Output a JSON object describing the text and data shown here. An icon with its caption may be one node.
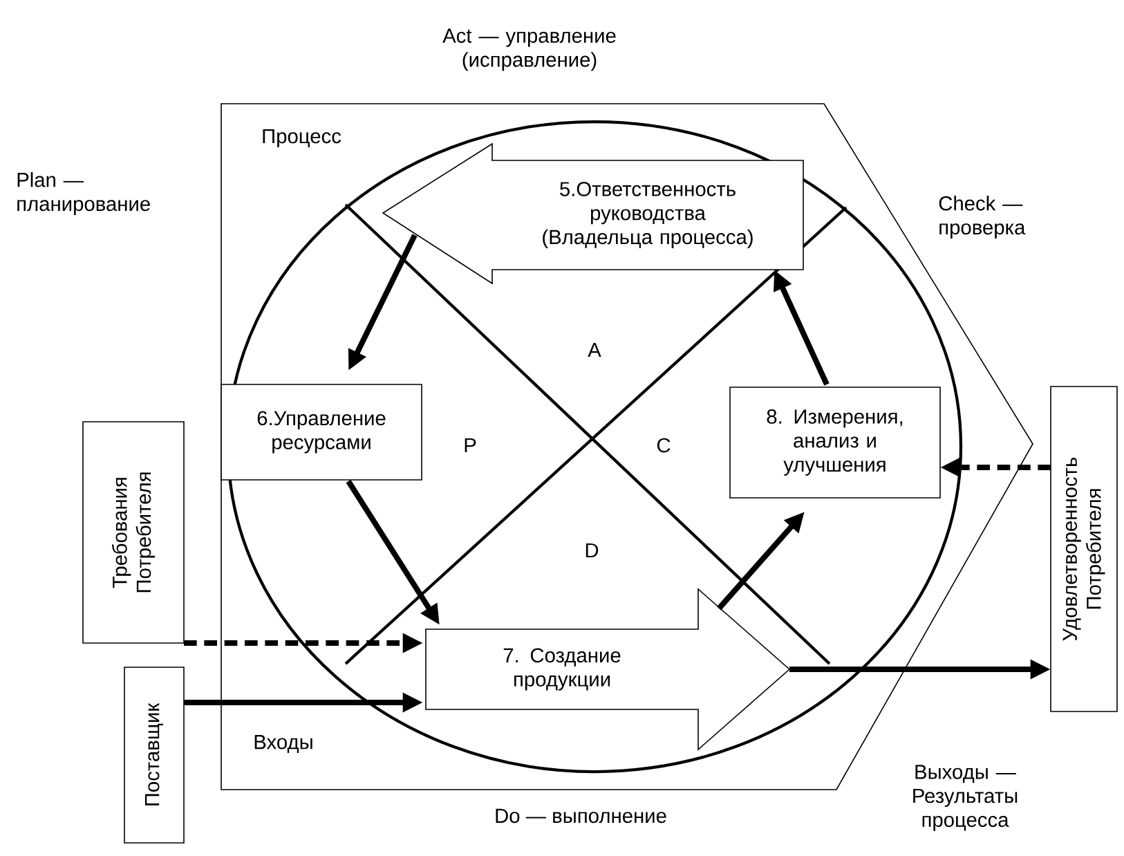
{
  "diagram": {
    "nodes": [
      {
        "text": [
          "Процесс",
          "Входы"
        ]
      },
      {
        "text": [
          "5.Ответственность руководства (Владельца процесса)"
        ],
        "in": 0
      },
      {
        "text": [
          "6.Управление ресурсами"
        ],
        "in": 0
      },
      {
        "text": [
          "7. Создание продукции"
        ],
        "in": 0
      },
      {
        "text": [
          "8. Измерения, анализ и улучшения"
        ],
        "in": 0
      },
      {
        "text": [
          "Требования Потребителя"
        ]
      },
      {
        "text": [
          "Поставщик"
        ]
      },
      {
        "text": [
          "Удовлетворенность Потребителя"
        ]
      }
    ],
    "edges": [
      {
        "from": 1,
        "to": 2,
        "arrow": "to"
      },
      {
        "from": 2,
        "to": 3,
        "arrow": "to"
      },
      {
        "from": 3,
        "to": 4,
        "arrow": "to"
      },
      {
        "from": 4,
        "to": 1,
        "arrow": "to"
      },
      {
        "from": 5,
        "to": 3,
        "arrow": "to",
        "style": "dashed"
      },
      {
        "from": 6,
        "to": 3,
        "arrow": "to"
      },
      {
        "from": 3,
        "to": 7,
        "arrow": "to"
      },
      {
        "from": 7,
        "to": 4,
        "arrow": "to",
        "style": "dashed"
      }
    ],
    "labels": [
      "Act — управление (исправление)",
      "Plan — планирование",
      "Check — проверка",
      "A",
      "P",
      "C",
      "D",
      "Выходы — Результаты процесса",
      "Do — выполнение"
    ]
  }
}
